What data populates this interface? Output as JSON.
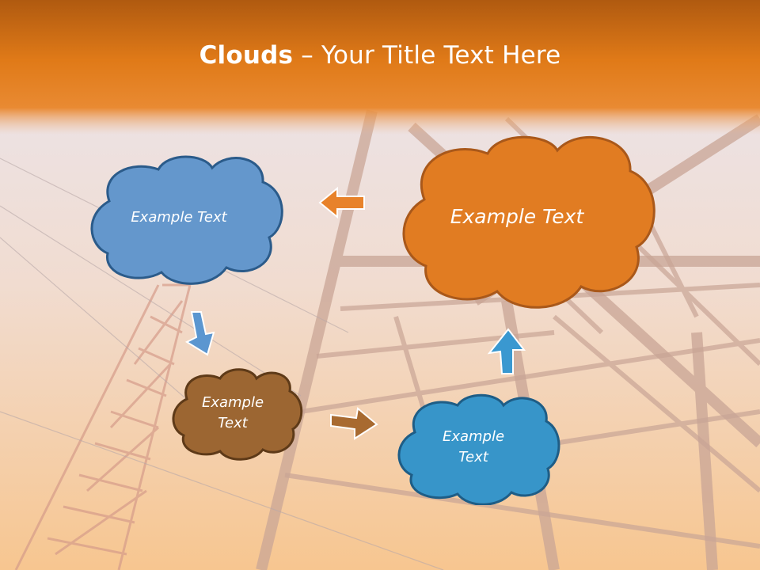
{
  "title": {
    "bold": "Clouds",
    "dash": " – ",
    "rest": "Your Title Text Here"
  },
  "clouds": [
    {
      "id": "blue",
      "color": "#6497cc",
      "stroke": "#2b5b8a",
      "text": "Example Text"
    },
    {
      "id": "orange",
      "color": "#e17c22",
      "stroke": "#a9581a",
      "text": "Example Text"
    },
    {
      "id": "brown",
      "color": "#9c6632",
      "stroke": "#5e3a18",
      "line1": "Example",
      "line2": "Text"
    },
    {
      "id": "cyan",
      "color": "#3795c9",
      "stroke": "#1e5d86",
      "line1": "Example",
      "line2": "Text"
    }
  ],
  "arrows": [
    {
      "id": "left-arrow",
      "color": "#e8822a"
    },
    {
      "id": "down-arrow",
      "color": "#5b96d0"
    },
    {
      "id": "right-arrow",
      "color": "#a86a30"
    },
    {
      "id": "up-arrow",
      "color": "#3a98d0"
    }
  ],
  "colors": {
    "header_orange": "#e27c1a",
    "background_sky": "#e8e4ee",
    "background_glow": "#f6c48a",
    "tower_lines": "#c9a89a"
  }
}
